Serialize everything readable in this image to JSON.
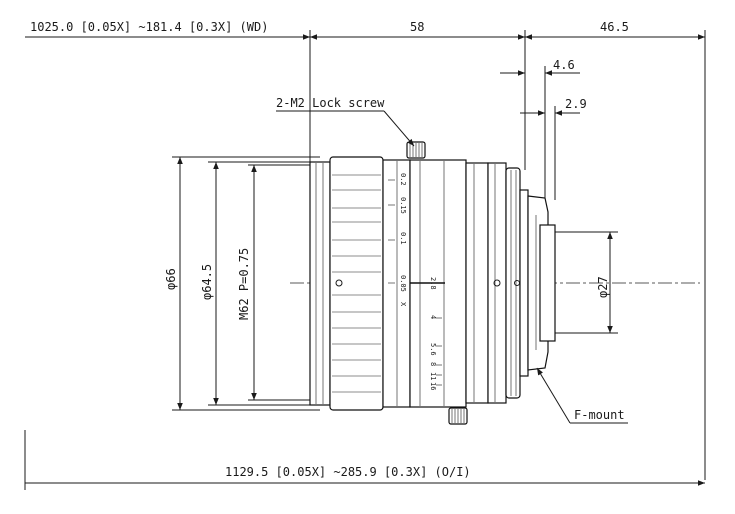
{
  "dimensions": {
    "wd_range": "1025.0 [0.05X] ~181.4 [0.3X] (WD)",
    "length_body": "58",
    "length_mount": "46.5",
    "offset_4_6": "4.6",
    "offset_2_9": "2.9",
    "dia_66": "φ66",
    "dia_64_5": "φ64.5",
    "thread": "M62 P=0.75",
    "dia_27": "φ27",
    "oi_range": "1129.5 [0.05X] ~285.9 [0.3X] (O/I)"
  },
  "callouts": {
    "lock_screw": "2-M2 Lock screw",
    "f_mount": "F-mount"
  },
  "focus_scale": [
    "0.2",
    "0.15",
    "0.1",
    "0.05",
    "X"
  ],
  "iris_scale": [
    "2.8",
    "4",
    "5.6",
    "8",
    "11",
    "16"
  ]
}
